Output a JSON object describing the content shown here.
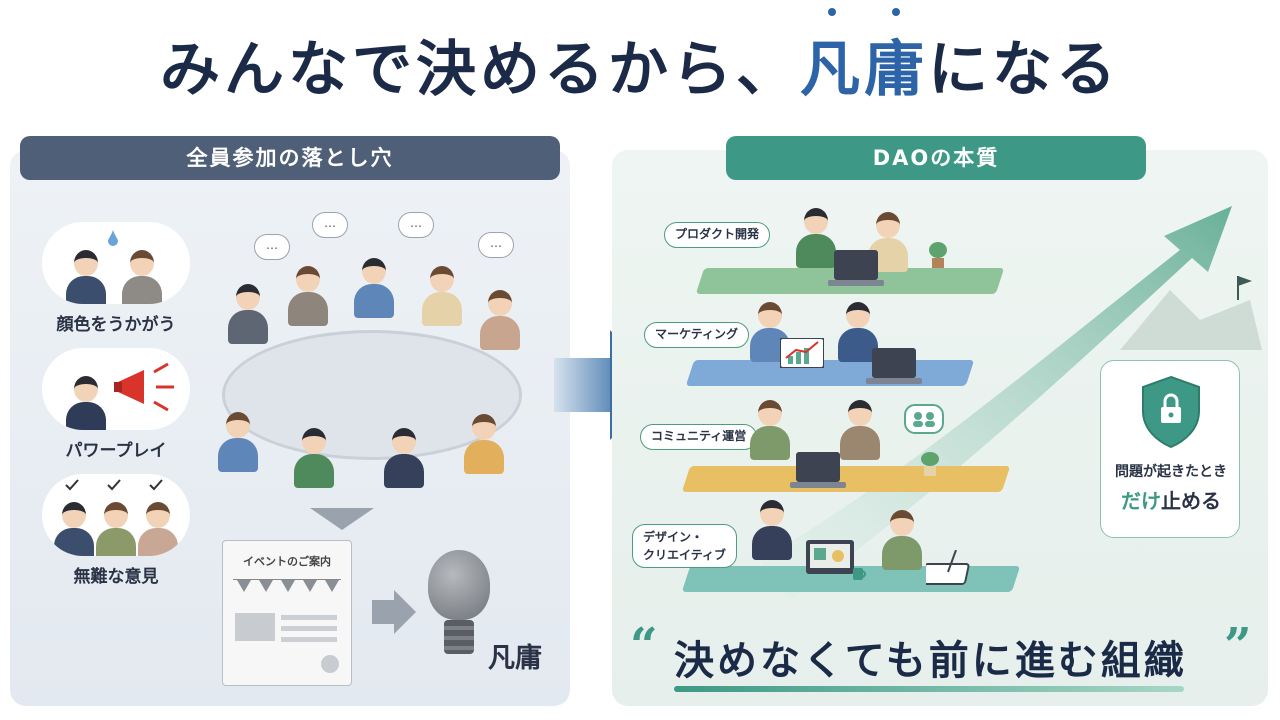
{
  "title": {
    "prefix": "みんなで決めるから、",
    "accent": "凡庸",
    "suffix": "になる"
  },
  "left_panel": {
    "header": "全員参加の落とし穴",
    "pitfalls": [
      {
        "label": "顔色をうかがう"
      },
      {
        "label": "パワープレイ"
      },
      {
        "label": "無難な意見"
      }
    ],
    "bubble_text": "…",
    "flyer_title": "イベントのご案内",
    "result": "凡庸"
  },
  "right_panel": {
    "header": "DAOの本質",
    "tiers": [
      {
        "label": "プロダクト開発",
        "color": "#8fc39a"
      },
      {
        "label": "マーケティング",
        "color": "#7fa9d6"
      },
      {
        "label": "コミュニティ運営",
        "color": "#e8c063"
      },
      {
        "label": "デザイン・\nクリエイティブ",
        "label_line1": "デザイン・",
        "label_line2": "クリエイティブ",
        "color": "#7fc2b8"
      }
    ],
    "shield_line1": "問題が起きたとき",
    "shield_line2_green": "だけ",
    "shield_line2_rest": "止める",
    "slogan": "決めなくても前に進む組織",
    "quote_open": "“",
    "quote_close": "”"
  },
  "colors": {
    "left_header": "#4e5f77",
    "right_header": "#3d9985",
    "title_accent": "#2d64a8",
    "megaphone": "#d8342c"
  },
  "icons": [
    "megaphone-icon",
    "check-icon",
    "lightbulb-icon",
    "shield-lock-icon",
    "arrow-right-icon",
    "growth-arrow-icon",
    "flag-icon"
  ]
}
